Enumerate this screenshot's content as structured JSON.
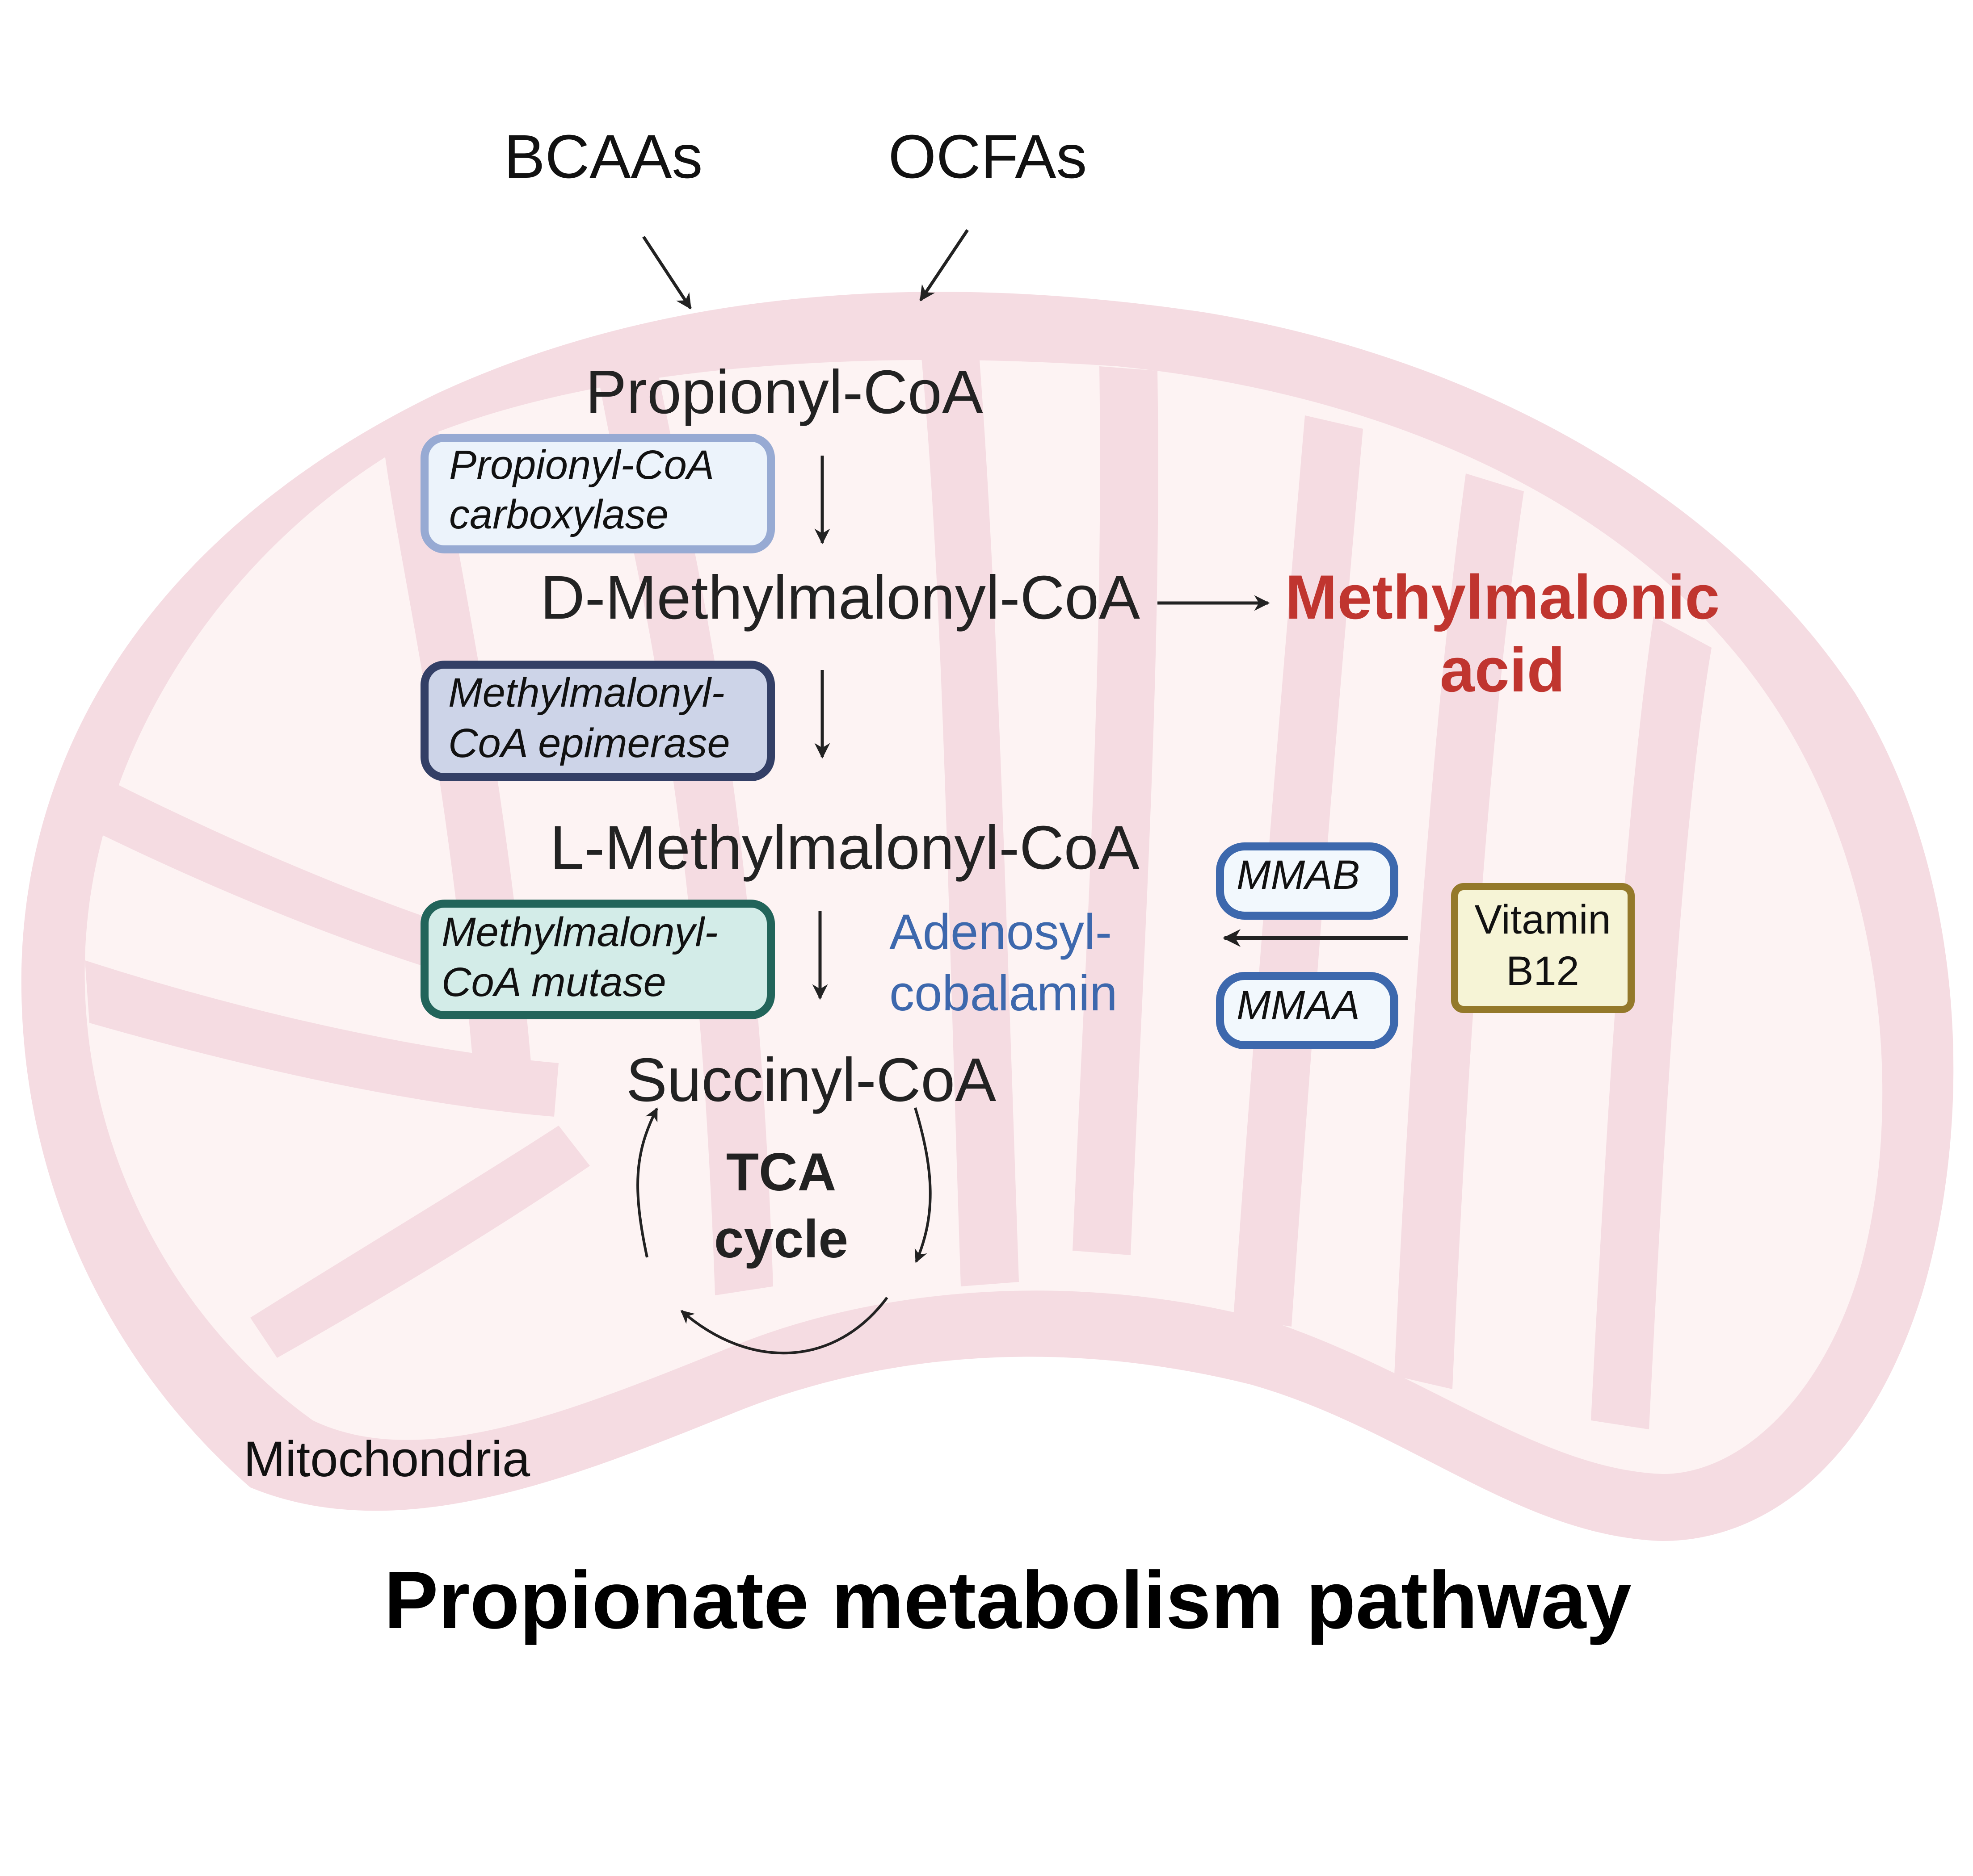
{
  "figure": {
    "title": "Propionate metabolism pathway",
    "organelle_label": "Mitochondria"
  },
  "colors": {
    "membrane": "#f5dce2",
    "matrix": "#fdf3f3",
    "arrow": "#222222",
    "product": "#c0352f",
    "cofactor": "#3d68ad"
  },
  "sources": [
    {
      "label": "BCAAs"
    },
    {
      "label": "OCFAs"
    }
  ],
  "metabolites": {
    "propionyl_coa": "Propionyl-CoA",
    "d_methylmalonyl_coa": "D-Methylmalonyl-CoA",
    "l_methylmalonyl_coa": "L-Methylmalonyl-CoA",
    "succinyl_coa": "Succinyl-CoA"
  },
  "enzymes": [
    {
      "line1": "Propionyl-CoA",
      "line2": "carboxylase",
      "fill": "#ecf3fb",
      "stroke": "#97aad3"
    },
    {
      "line1": "Methylmalonyl-",
      "line2": "CoA epimerase",
      "fill": "#cdd4e8",
      "stroke": "#333f66"
    },
    {
      "line1": "Methylmalonyl-",
      "line2": "CoA mutase",
      "fill": "#d3ece8",
      "stroke": "#22645a"
    }
  ],
  "side_product": {
    "line1": "Methylmalonic",
    "line2": "acid"
  },
  "cofactor": {
    "line1": "Adenosyl-",
    "line2": "cobalamin"
  },
  "chaperones": [
    {
      "label": "MMAB",
      "fill": "#f2f8fd",
      "stroke": "#3d68ad"
    },
    {
      "label": "MMAA",
      "fill": "#f2f8fd",
      "stroke": "#3d68ad"
    }
  ],
  "vitamin": {
    "line1": "Vitamin",
    "line2": "B12",
    "fill": "#f6f4d6",
    "stroke": "#94792a"
  },
  "tca": {
    "line1": "TCA",
    "line2": "cycle"
  }
}
